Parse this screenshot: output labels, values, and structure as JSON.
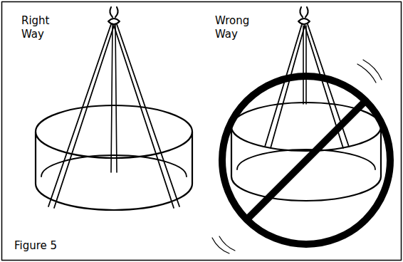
{
  "diagram": {
    "caption": "Figure 5",
    "labels": [
      "Right Way",
      "Wrong Way"
    ]
  }
}
